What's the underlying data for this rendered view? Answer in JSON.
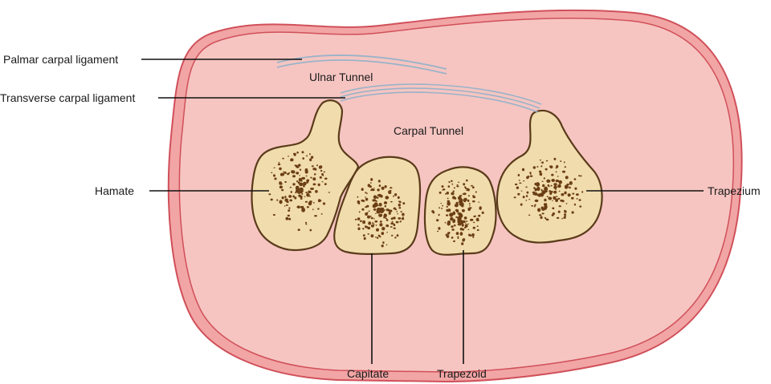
{
  "colors": {
    "outer_rim": "#f2a5a5",
    "outer_border": "#d0505a",
    "inner_fill": "#f6c5c1",
    "bone_fill": "#f1dcad",
    "bone_border": "#5a3b1a",
    "spongy": "#6b3e14",
    "ligament_blue": "#9ab3c9",
    "leader": "#111111"
  },
  "labels": {
    "palmar_carpal_ligament": "Palmar carpal ligament",
    "transverse_carpal_ligament": "Transverse carpal ligament",
    "ulnar_tunnel": "Ulnar Tunnel",
    "carpal_tunnel": "Carpal Tunnel",
    "hamate": "Hamate",
    "trapezium": "Trapezium",
    "capitate": "Capitate",
    "trapezoid": "Trapezoid"
  },
  "bones": [
    {
      "id": "hamate",
      "label_key": "hamate"
    },
    {
      "id": "capitate",
      "label_key": "capitate"
    },
    {
      "id": "trapezoid",
      "label_key": "trapezoid"
    },
    {
      "id": "trapezium",
      "label_key": "trapezium"
    }
  ]
}
